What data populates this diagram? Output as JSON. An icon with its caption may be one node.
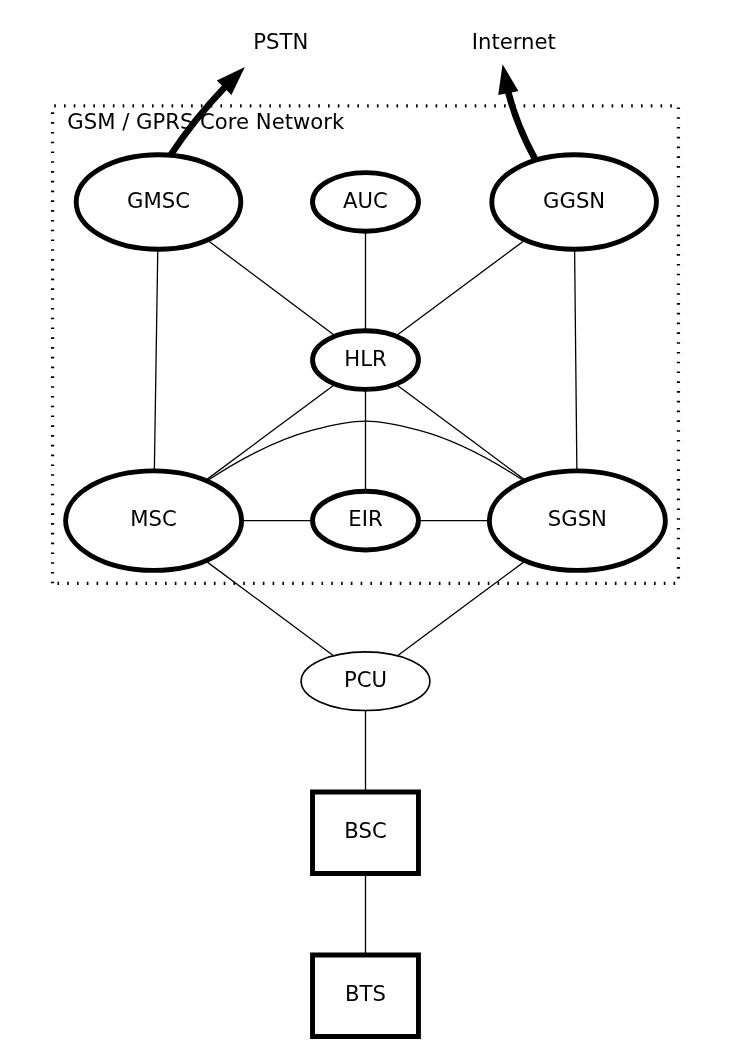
{
  "diagram": {
    "nodes": [
      {
        "text": [
          "GSM / GPRS Core Network"
        ]
      },
      {
        "text": [
          "PSTN"
        ]
      },
      {
        "text": [
          "Internet"
        ]
      },
      {
        "text": [
          "GMSC"
        ],
        "in": 0
      },
      {
        "text": [
          "AUC"
        ],
        "in": 0
      },
      {
        "text": [
          "GGSN"
        ],
        "in": 0
      },
      {
        "text": [
          "HLR"
        ],
        "in": 0
      },
      {
        "text": [
          "MSC"
        ],
        "in": 0
      },
      {
        "text": [
          "EIR"
        ],
        "in": 0
      },
      {
        "text": [
          "SGSN"
        ],
        "in": 0
      },
      {
        "text": [
          "PCU"
        ]
      },
      {
        "text": [
          "BSC"
        ]
      },
      {
        "text": [
          "BTS"
        ]
      }
    ],
    "edges": [
      {
        "from": 3,
        "to": 1,
        "arrow": "to",
        "style": "thick"
      },
      {
        "from": 5,
        "to": 2,
        "arrow": "to",
        "style": "thick"
      },
      {
        "from": 3,
        "to": 6,
        "arrow": "none"
      },
      {
        "from": 4,
        "to": 6,
        "arrow": "none"
      },
      {
        "from": 5,
        "to": 6,
        "arrow": "none"
      },
      {
        "from": 3,
        "to": 7,
        "arrow": "none"
      },
      {
        "from": 5,
        "to": 9,
        "arrow": "none"
      },
      {
        "from": 6,
        "to": 7,
        "arrow": "none"
      },
      {
        "from": 6,
        "to": 8,
        "arrow": "none"
      },
      {
        "from": 6,
        "to": 9,
        "arrow": "none"
      },
      {
        "from": 7,
        "to": 8,
        "arrow": "none"
      },
      {
        "from": 8,
        "to": 9,
        "arrow": "none"
      },
      {
        "from": 7,
        "to": 9,
        "arrow": "none"
      },
      {
        "from": 7,
        "to": 10,
        "arrow": "none"
      },
      {
        "from": 9,
        "to": 10,
        "arrow": "none"
      },
      {
        "from": 10,
        "to": 11,
        "arrow": "none"
      },
      {
        "from": 11,
        "to": 12,
        "arrow": "none"
      }
    ]
  }
}
